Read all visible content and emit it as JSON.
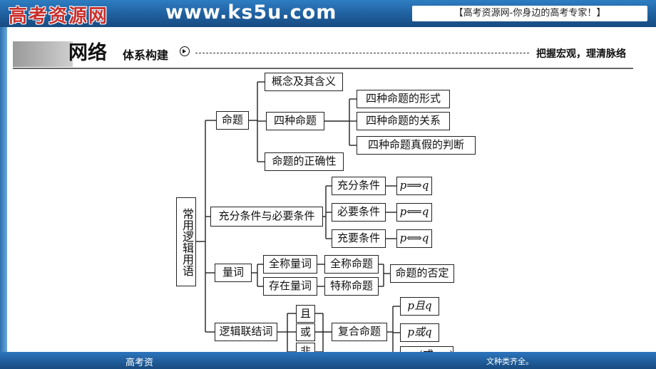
{
  "header": {
    "logo_text": "高考资源网",
    "site_url": "www.ks5u.com",
    "slogan": "【高考资源网-你身边的高考专家！】"
  },
  "section": {
    "net_title": "网络",
    "system_title": "体系构建",
    "arrow_icon": "circled-arrow-icon",
    "grasp_title": "把握宏观，理清脉络"
  },
  "diagram": {
    "root": "常用逻辑用语",
    "proposition": {
      "label": "命题",
      "concept": "概念及其含义",
      "four_kinds": {
        "label": "四种命题",
        "children": [
          "四种命题的形式",
          "四种命题的关系",
          "四种命题真假的判断"
        ]
      },
      "correctness": "命题的正确性"
    },
    "conditions": {
      "label": "充分条件与必要条件",
      "items": [
        {
          "label": "充分条件",
          "symbol": "p⟹q"
        },
        {
          "label": "必要条件",
          "symbol": "p⟸q"
        },
        {
          "label": "充要条件",
          "symbol": "p⟺q"
        }
      ]
    },
    "quantifier": {
      "label": "量词",
      "universal": {
        "label": "全称量词",
        "prop": "全称命题"
      },
      "existential": {
        "label": "存在量词",
        "prop": "特称命题"
      },
      "negation": "命题的否定"
    },
    "connective": {
      "label": "逻辑联结词",
      "words": [
        "且",
        "或",
        "非"
      ],
      "compound": "复合命题",
      "forms": [
        "p且q",
        "p或q",
        "¬p(或¬q)"
      ]
    }
  },
  "footer": {
    "left": "高考资",
    "right": "文种类齐全。"
  },
  "colors": {
    "banner": "#1f5f9e",
    "logo": "#c9302c",
    "line": "#222222"
  }
}
